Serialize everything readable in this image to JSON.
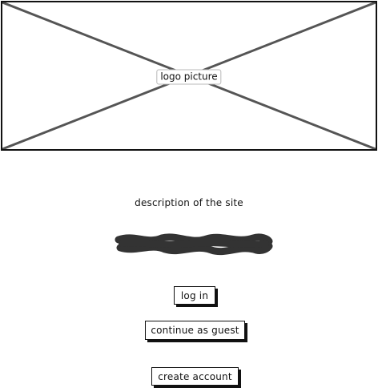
{
  "logo": {
    "label": "logo picture"
  },
  "description": "description of the site",
  "buttons": {
    "login_label": "log in",
    "guest_label": "continue as guest",
    "create_account_label": "create account"
  },
  "colors": {
    "ink": "#111111",
    "placeholder_lines": "#555555",
    "scribble": "#333333",
    "background": "#ffffff"
  }
}
